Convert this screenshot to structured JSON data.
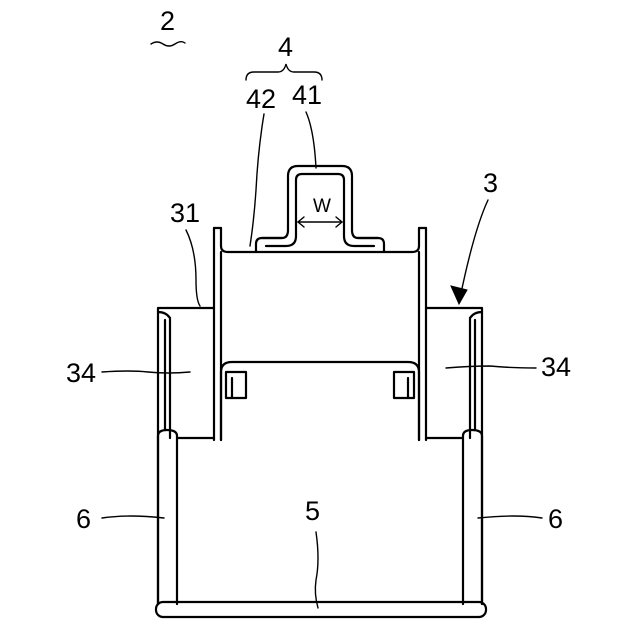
{
  "figure": {
    "number": "2",
    "labels": {
      "part_4": "4",
      "part_42": "42",
      "part_41": "41",
      "part_3": "3",
      "part_31": "31",
      "part_34_left": "34",
      "part_34_right": "34",
      "part_6_left": "6",
      "part_6_right": "6",
      "part_5": "5",
      "width_w": "W"
    }
  }
}
